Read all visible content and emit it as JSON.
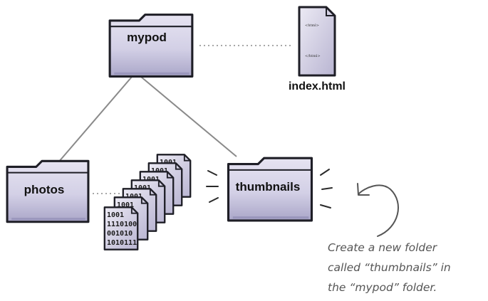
{
  "folders": {
    "root": "mypod",
    "photos": "photos",
    "thumbnails": "thumbnails"
  },
  "file": {
    "name": "index.html",
    "tag_open": "<html>",
    "tag_close": "</html>"
  },
  "binary_lines": [
    "1001",
    "1110100",
    "001010",
    "1010111"
  ],
  "annotation": {
    "lines": [
      "Create a new folder",
      "called “thumbnails” in",
      "the “mypod” folder."
    ]
  },
  "colors": {
    "folder_fill": "#dcd9ea",
    "folder_shade": "#aaa6c8",
    "outline": "#1e1e26",
    "connector": "#8a8a8a",
    "note_ink": "#555555"
  }
}
